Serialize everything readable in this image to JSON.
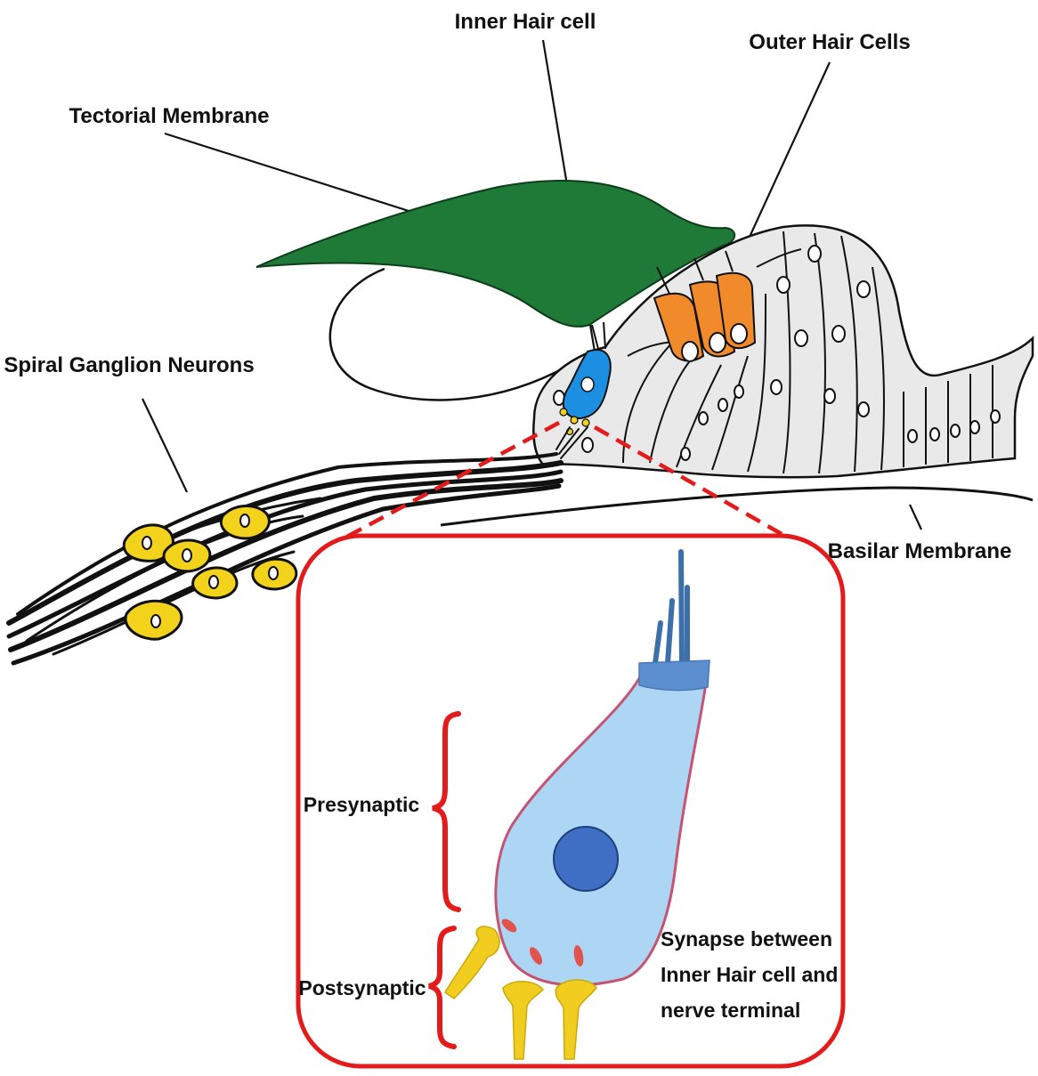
{
  "labels": {
    "inner_hair_cell": "Inner Hair cell",
    "outer_hair_cells": "Outer Hair Cells",
    "tectorial_membrane": "Tectorial Membrane",
    "spiral_ganglion_neurons": "Spiral Ganglion Neurons",
    "basilar_membrane": "Basilar Membrane"
  },
  "inset": {
    "presynaptic": "Presynaptic",
    "postsynaptic": "Postsynaptic",
    "synapse_caption": [
      "Synapse between",
      "Inner Hair cell and",
      "nerve terminal"
    ]
  },
  "colors": {
    "tectorial_membrane": "#1f7a38",
    "inner_hair_cell": "#1d8fe0",
    "outer_hair_cells": "#f08a2a",
    "ganglion_neurons": "#f2d21b",
    "support_cells": "#e9e9e9",
    "inset_border": "#e31b1b",
    "hair_cell_body": "#a9d4f5",
    "nucleus": "#3e6fc4",
    "synapse": "#e8453c",
    "nerve_terminal": "#f0cd1f"
  }
}
